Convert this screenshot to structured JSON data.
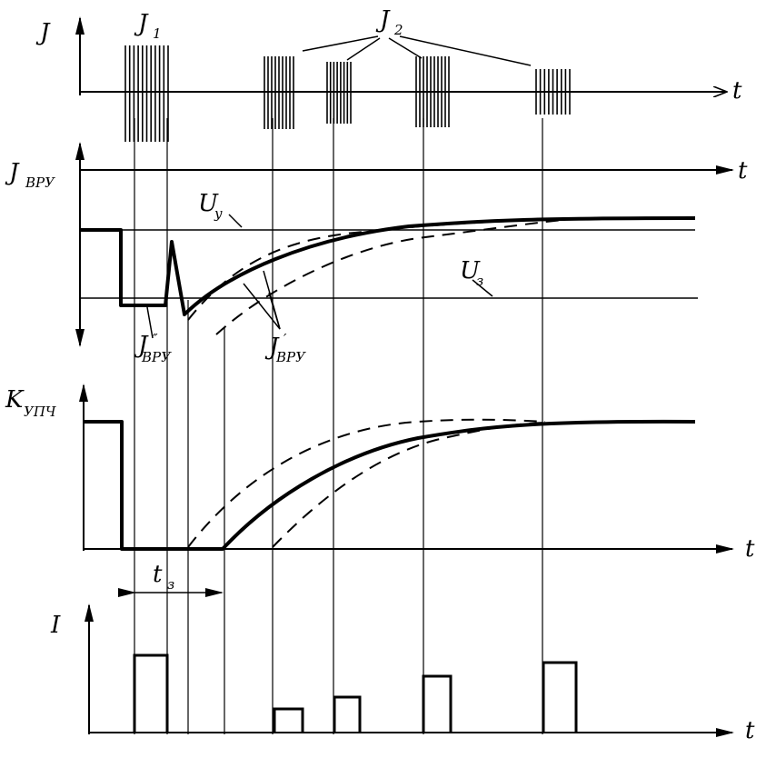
{
  "panel1": {
    "axis_label": "J",
    "x_label": "t",
    "burst1_label": "J",
    "burst1_sub": "1",
    "burst2_label": "J",
    "burst2_sub": "2"
  },
  "panel2": {
    "axis_label": "J",
    "axis_sub": "ВРУ",
    "x_label": "t",
    "uy_label": "U",
    "uy_sub": "y",
    "uz_label": "U",
    "uz_sub": "з",
    "j2_label": "J",
    "j2_sup": "″",
    "j2_sub": "ВРУ",
    "j1_label": "J",
    "j1_sup": "′",
    "j1_sub": "ВРУ"
  },
  "panel3": {
    "axis_label": "K",
    "axis_sub": "УПЧ",
    "x_label": "t",
    "tz_label": "t",
    "tz_sub": "з"
  },
  "panel4": {
    "axis_label": "I",
    "x_label": "t"
  }
}
